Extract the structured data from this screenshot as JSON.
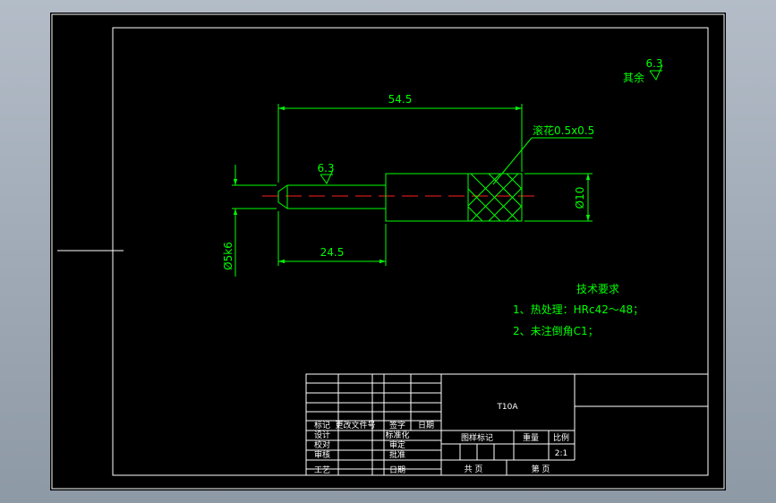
{
  "drawing": {
    "roughness_note": "其余",
    "roughness_note_value": "6.3",
    "part_roughness_value": "6.3",
    "dim_total_length": "54.5",
    "dim_small_length": "24.5",
    "knurl_note": "滚花0.5x0.5",
    "dim_large_diameter": "Ø10",
    "dim_small_diameter": "Ø5k6",
    "tech_title": "技术要求",
    "tech_item_1": "1、热处理：HRc42～48；",
    "tech_item_2": "2、未注倒角C1；"
  },
  "title_block": {
    "material": "T10A",
    "revision_header": [
      "标记",
      "更改文件号",
      "签字",
      "日期"
    ],
    "labels_col1": [
      "设计",
      "校对",
      "审核",
      "工艺"
    ],
    "labels_col2": [
      "标准化",
      "审定",
      "批准",
      "日期"
    ],
    "stage_label": "图样标记",
    "weight_label": "重量",
    "scale_label": "比例",
    "scale_value": "2:1",
    "sheets_total_label": "共 页",
    "sheet_label": "第 页"
  },
  "colors": {
    "background": "#000000",
    "drawing": "#00ff00",
    "frame": "#ffffff",
    "centerline": "#ff2020"
  }
}
